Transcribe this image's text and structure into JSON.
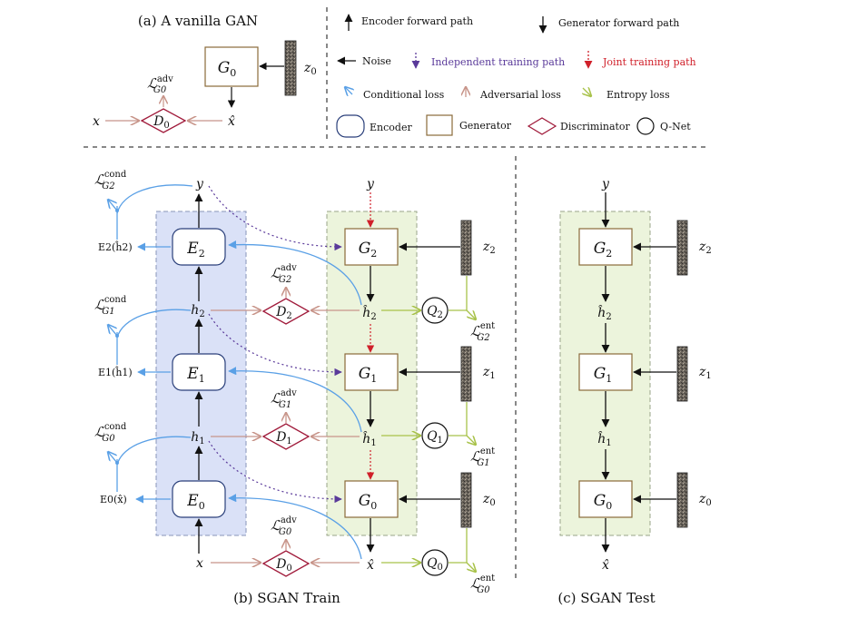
{
  "panels": {
    "a_title": "(a) A vanilla GAN",
    "b_title": "(b) SGAN Train",
    "c_title": "(c) SGAN Test"
  },
  "legend": {
    "encoder_forward": "Encoder forward path",
    "generator_forward": "Generator forward path",
    "noise": "Noise",
    "independent_training": "Independent training path",
    "joint_training": "Joint training path",
    "conditional_loss": "Conditional loss",
    "adversarial_loss": "Adversarial loss",
    "entropy_loss": "Entropy loss",
    "encoder": "Encoder",
    "generator": "Generator",
    "discriminator": "Discriminator",
    "qnet": "Q-Net"
  },
  "vanilla": {
    "g0": "G",
    "g0_sub": "0",
    "z0": "z",
    "z0_sub": "0",
    "d0": "D",
    "d0_sub": "0",
    "x": "x",
    "xhat": "x̂",
    "loss": "ℒ",
    "loss_sup": "adv",
    "loss_sub": "G0"
  },
  "train": {
    "encoders": [
      {
        "name": "E",
        "sub": "2"
      },
      {
        "name": "E",
        "sub": "1"
      },
      {
        "name": "E",
        "sub": "0"
      }
    ],
    "generators": [
      {
        "name": "G",
        "sub": "2"
      },
      {
        "name": "G",
        "sub": "1"
      },
      {
        "name": "G",
        "sub": "0"
      }
    ],
    "discriminators": [
      {
        "name": "D",
        "sub": "2"
      },
      {
        "name": "D",
        "sub": "1"
      },
      {
        "name": "D",
        "sub": "0"
      }
    ],
    "qnets": [
      {
        "name": "Q",
        "sub": "2"
      },
      {
        "name": "Q",
        "sub": "1"
      },
      {
        "name": "Q",
        "sub": "0"
      }
    ],
    "noise": [
      {
        "name": "z",
        "sub": "2"
      },
      {
        "name": "z",
        "sub": "1"
      },
      {
        "name": "z",
        "sub": "0"
      }
    ],
    "y": "y",
    "h2": "h",
    "h2_sub": "2",
    "h1": "h",
    "h1_sub": "1",
    "x": "x",
    "h2hat": "ĥ",
    "h2hat_sub": "2",
    "h1hat": "ĥ",
    "h1hat_sub": "1",
    "xhat": "x̂",
    "enc_outputs": [
      "E2(ĥ2)",
      "E1(ĥ1)",
      "E0(x̂)"
    ],
    "cond_losses": [
      {
        "sym": "ℒ",
        "sup": "cond",
        "sub": "G2"
      },
      {
        "sym": "ℒ",
        "sup": "cond",
        "sub": "G1"
      },
      {
        "sym": "ℒ",
        "sup": "cond",
        "sub": "G0"
      }
    ],
    "adv_losses": [
      {
        "sym": "ℒ",
        "sup": "adv",
        "sub": "G2"
      },
      {
        "sym": "ℒ",
        "sup": "adv",
        "sub": "G1"
      },
      {
        "sym": "ℒ",
        "sup": "adv",
        "sub": "G0"
      }
    ],
    "ent_losses": [
      {
        "sym": "ℒ",
        "sup": "ent",
        "sub": "G2"
      },
      {
        "sym": "ℒ",
        "sup": "ent",
        "sub": "G1"
      },
      {
        "sym": "ℒ",
        "sup": "ent",
        "sub": "G0"
      }
    ]
  },
  "test": {
    "y": "y",
    "generators": [
      {
        "name": "G",
        "sub": "2"
      },
      {
        "name": "G",
        "sub": "1"
      },
      {
        "name": "G",
        "sub": "0"
      }
    ],
    "noise": [
      {
        "name": "z",
        "sub": "2"
      },
      {
        "name": "z",
        "sub": "1"
      },
      {
        "name": "z",
        "sub": "0"
      }
    ],
    "h2hat": "ĥ",
    "h2hat_sub": "2",
    "h1hat": "ĥ",
    "h1hat_sub": "1",
    "xhat": "x̂"
  },
  "colors": {
    "encoder_fill": "#dae1f7",
    "generator_fill": "#ecf4dc",
    "generator_border": "#8a6a3a",
    "discriminator_border": "#a01a3a",
    "conditional": "#5aa0e6",
    "adversarial": "#c8958a",
    "entropy": "#a8c24a",
    "independent": "#5a3a9a",
    "joint": "#d0202a",
    "noise_fill": "#706860"
  }
}
